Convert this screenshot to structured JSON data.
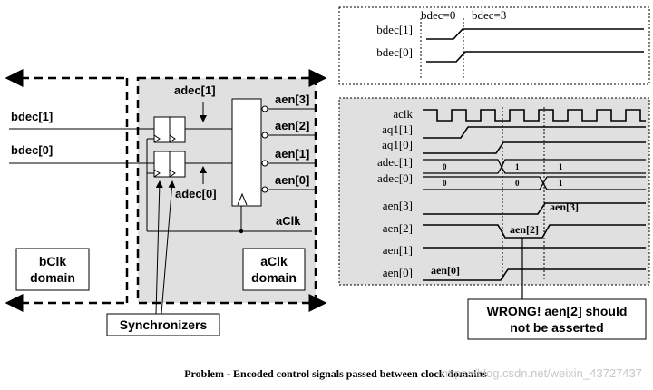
{
  "colors": {
    "domain_fill": "#e0e0e0",
    "line": "#000000",
    "background": "#ffffff"
  },
  "left": {
    "inputs": [
      "bdec[1]",
      "bdec[0]"
    ],
    "adec_labels": [
      "adec[1]",
      "adec[0]"
    ],
    "outputs": [
      "aen[3]",
      "aen[2]",
      "aen[1]",
      "aen[0]"
    ],
    "clock_label": "aClk",
    "bclk_domain": [
      "bClk",
      "domain"
    ],
    "aclk_domain": [
      "aClk",
      "domain"
    ],
    "synchronizers_label": "Synchronizers"
  },
  "timing_top": {
    "markers": [
      "bdec=0",
      "bdec=3"
    ],
    "signals": [
      "bdec[1]",
      "bdec[0]"
    ]
  },
  "timing_bottom": {
    "signals": [
      "aclk",
      "aq1[1]",
      "aq1[0]",
      "adec[1]",
      "adec[0]",
      "aen[3]",
      "aen[2]",
      "aen[1]",
      "aen[0]"
    ],
    "values": {
      "adec1_before": "0",
      "adec1_mid": "1",
      "adec1_after": "1",
      "adec0_before": "0",
      "adec0_mid": "0",
      "adec0_after": "1",
      "aen3": "aen[3]",
      "aen2": "aen[2]",
      "aen0": "aen[0]"
    }
  },
  "callout": [
    "WRONG! aen[2] should",
    "not be asserted"
  ],
  "caption": "Problem - Encoded control signals passed between clock domains",
  "watermark": "https://blog.csdn.net/weixin_43727437"
}
